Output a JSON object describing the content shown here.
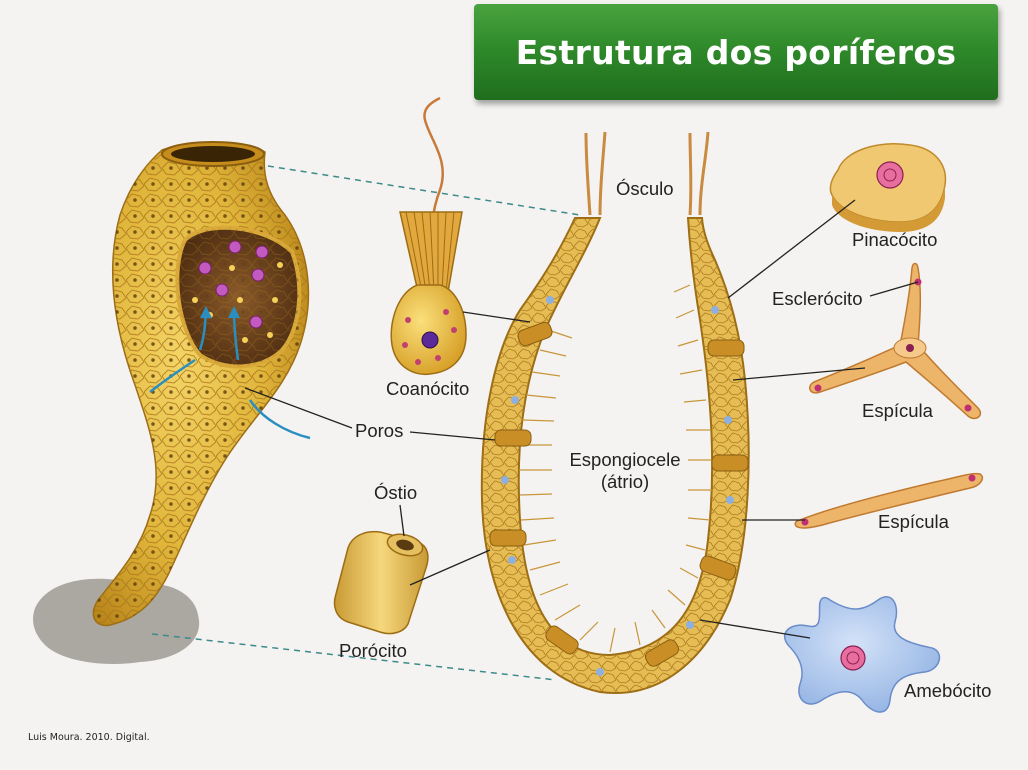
{
  "title": "Estrutura dos poríferos",
  "labels": {
    "osculo": "Ósculo",
    "coanocito": "Coanócito",
    "poros": "Poros",
    "ostio": "Óstio",
    "porocito": "Porócito",
    "espongiocele_line1": "Espongiocele",
    "espongiocele_line2": "(átrio)",
    "pinacocito": "Pinacócito",
    "esclerocito": "Esclerócito",
    "espicula_1": "Espícula",
    "espicula_2": "Espícula",
    "amebocito": "Amebócito"
  },
  "credit": "Luis Moura. 2010. Digital.",
  "colors": {
    "title_bg": "#2f8a2a",
    "sponge_gold": "#e0b53a",
    "sponge_dark": "#b9861a",
    "atrium_wall": "#d9a93a",
    "amebocyte": "#a9c4ec",
    "leader_dashed": "#3d8a8a",
    "arrow_blue": "#2a8fc0"
  }
}
